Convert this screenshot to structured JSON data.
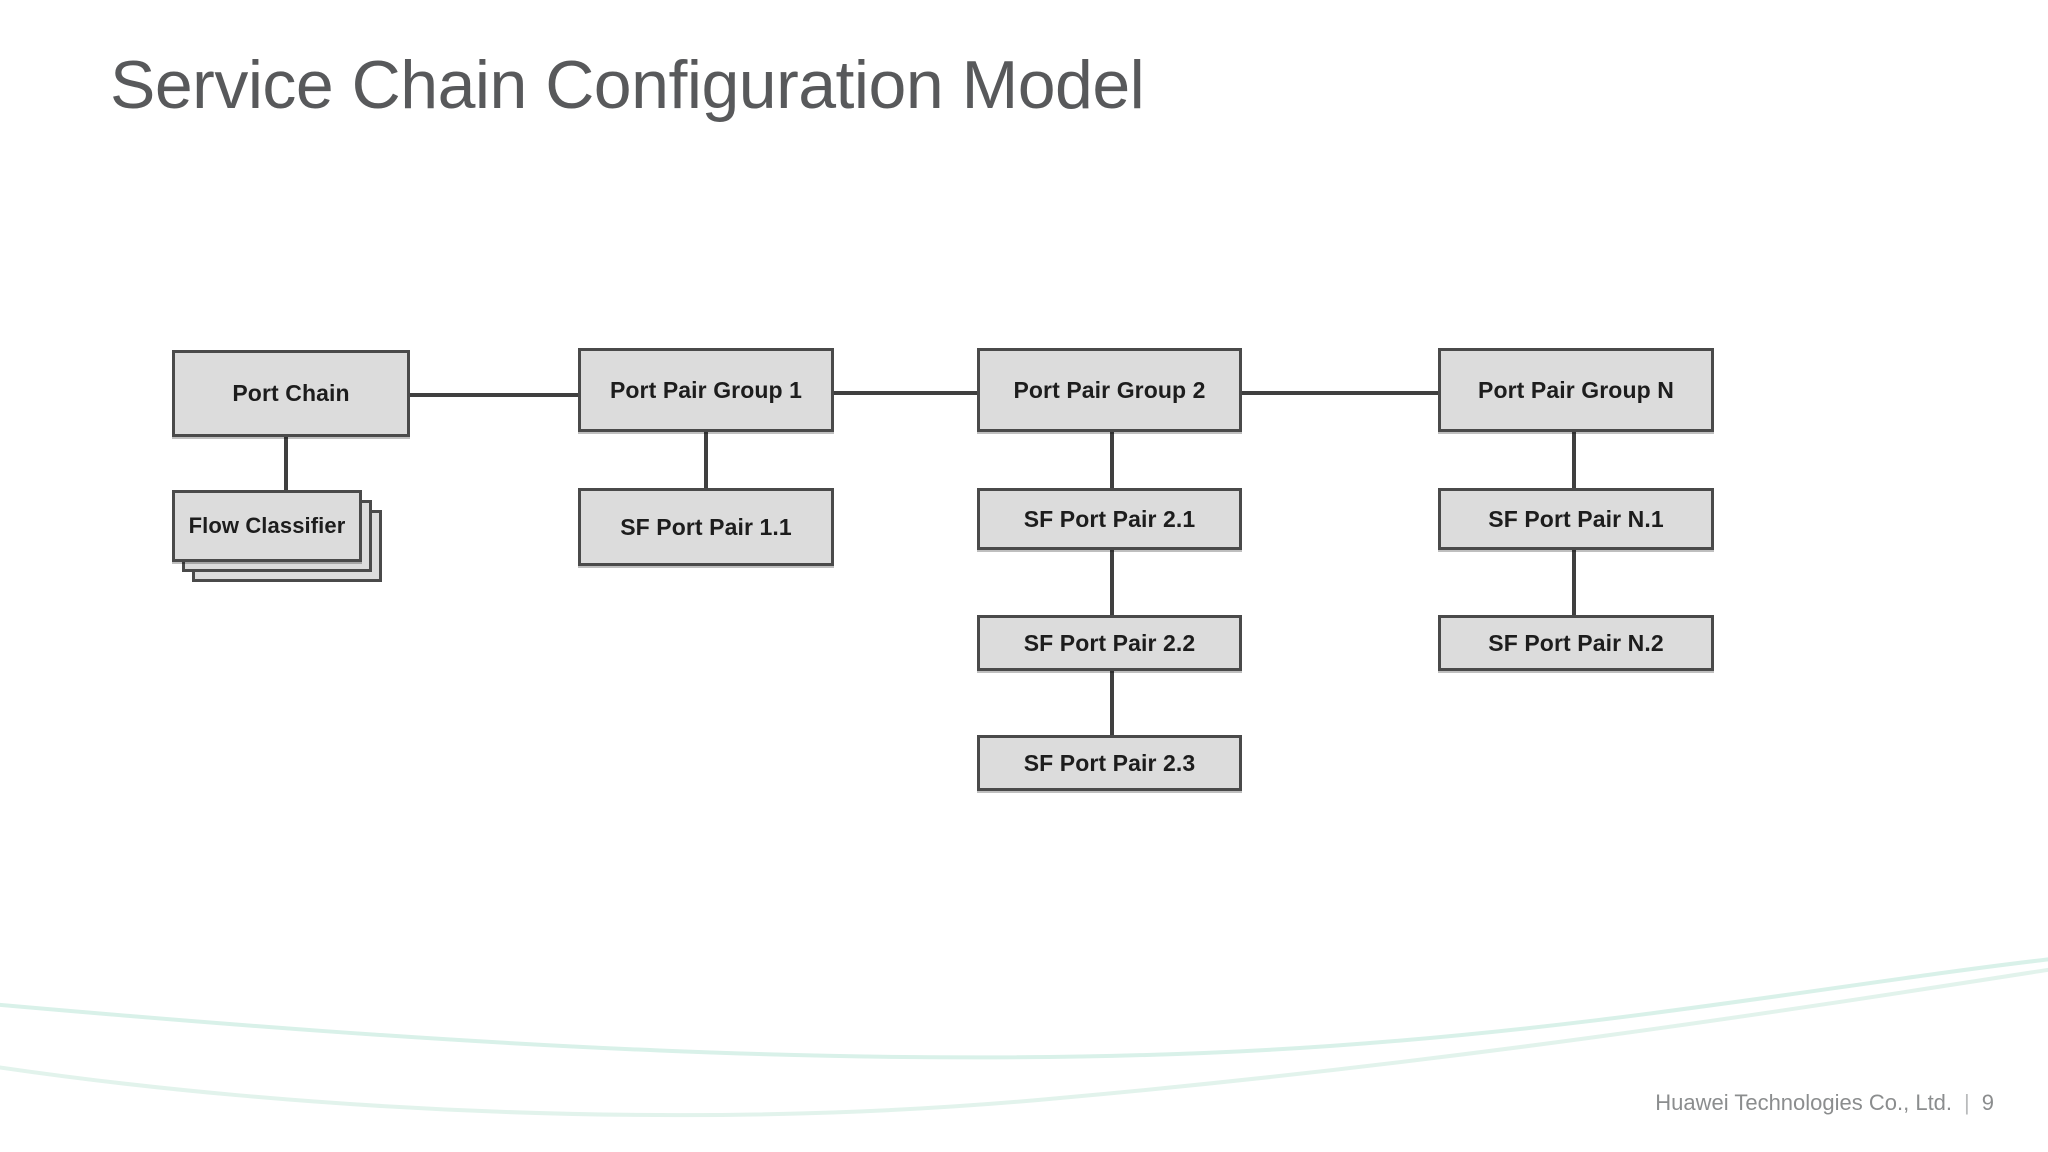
{
  "slide": {
    "title": "Service Chain Configuration Model",
    "background_color": "#ffffff",
    "title_color": "#58595b",
    "accent_curve_color": "#d8f0e9"
  },
  "footer": {
    "company": "Huawei Technologies Co., Ltd.",
    "separator": "|",
    "page_number": "9"
  },
  "diagram": {
    "type": "node-link",
    "node_fill": "#dcdcdc",
    "node_border": "#4a4a4a",
    "connector_color": "#3f3f3f",
    "nodes": [
      {
        "id": "port-chain",
        "label": "Port Chain"
      },
      {
        "id": "flow-classifier",
        "label": "Flow Classifier",
        "stacked": true,
        "stack_count": 3
      },
      {
        "id": "port-pair-group-1",
        "label": "Port Pair Group 1"
      },
      {
        "id": "sf-port-pair-1-1",
        "label": "SF Port Pair 1.1"
      },
      {
        "id": "port-pair-group-2",
        "label": "Port Pair Group 2"
      },
      {
        "id": "sf-port-pair-2-1",
        "label": "SF Port Pair 2.1"
      },
      {
        "id": "sf-port-pair-2-2",
        "label": "SF Port Pair 2.2"
      },
      {
        "id": "sf-port-pair-2-3",
        "label": "SF Port Pair 2.3"
      },
      {
        "id": "port-pair-group-n",
        "label": "Port Pair Group N"
      },
      {
        "id": "sf-port-pair-n-1",
        "label": "SF Port Pair N.1"
      },
      {
        "id": "sf-port-pair-n-2",
        "label": "SF Port Pair N.2"
      }
    ],
    "edges": [
      {
        "from": "port-chain",
        "to": "port-pair-group-1"
      },
      {
        "from": "port-chain",
        "to": "flow-classifier"
      },
      {
        "from": "port-pair-group-1",
        "to": "port-pair-group-2"
      },
      {
        "from": "port-pair-group-1",
        "to": "sf-port-pair-1-1"
      },
      {
        "from": "port-pair-group-2",
        "to": "port-pair-group-n"
      },
      {
        "from": "port-pair-group-2",
        "to": "sf-port-pair-2-1"
      },
      {
        "from": "sf-port-pair-2-1",
        "to": "sf-port-pair-2-2"
      },
      {
        "from": "sf-port-pair-2-2",
        "to": "sf-port-pair-2-3"
      },
      {
        "from": "port-pair-group-n",
        "to": "sf-port-pair-n-1"
      },
      {
        "from": "sf-port-pair-n-1",
        "to": "sf-port-pair-n-2"
      }
    ]
  }
}
